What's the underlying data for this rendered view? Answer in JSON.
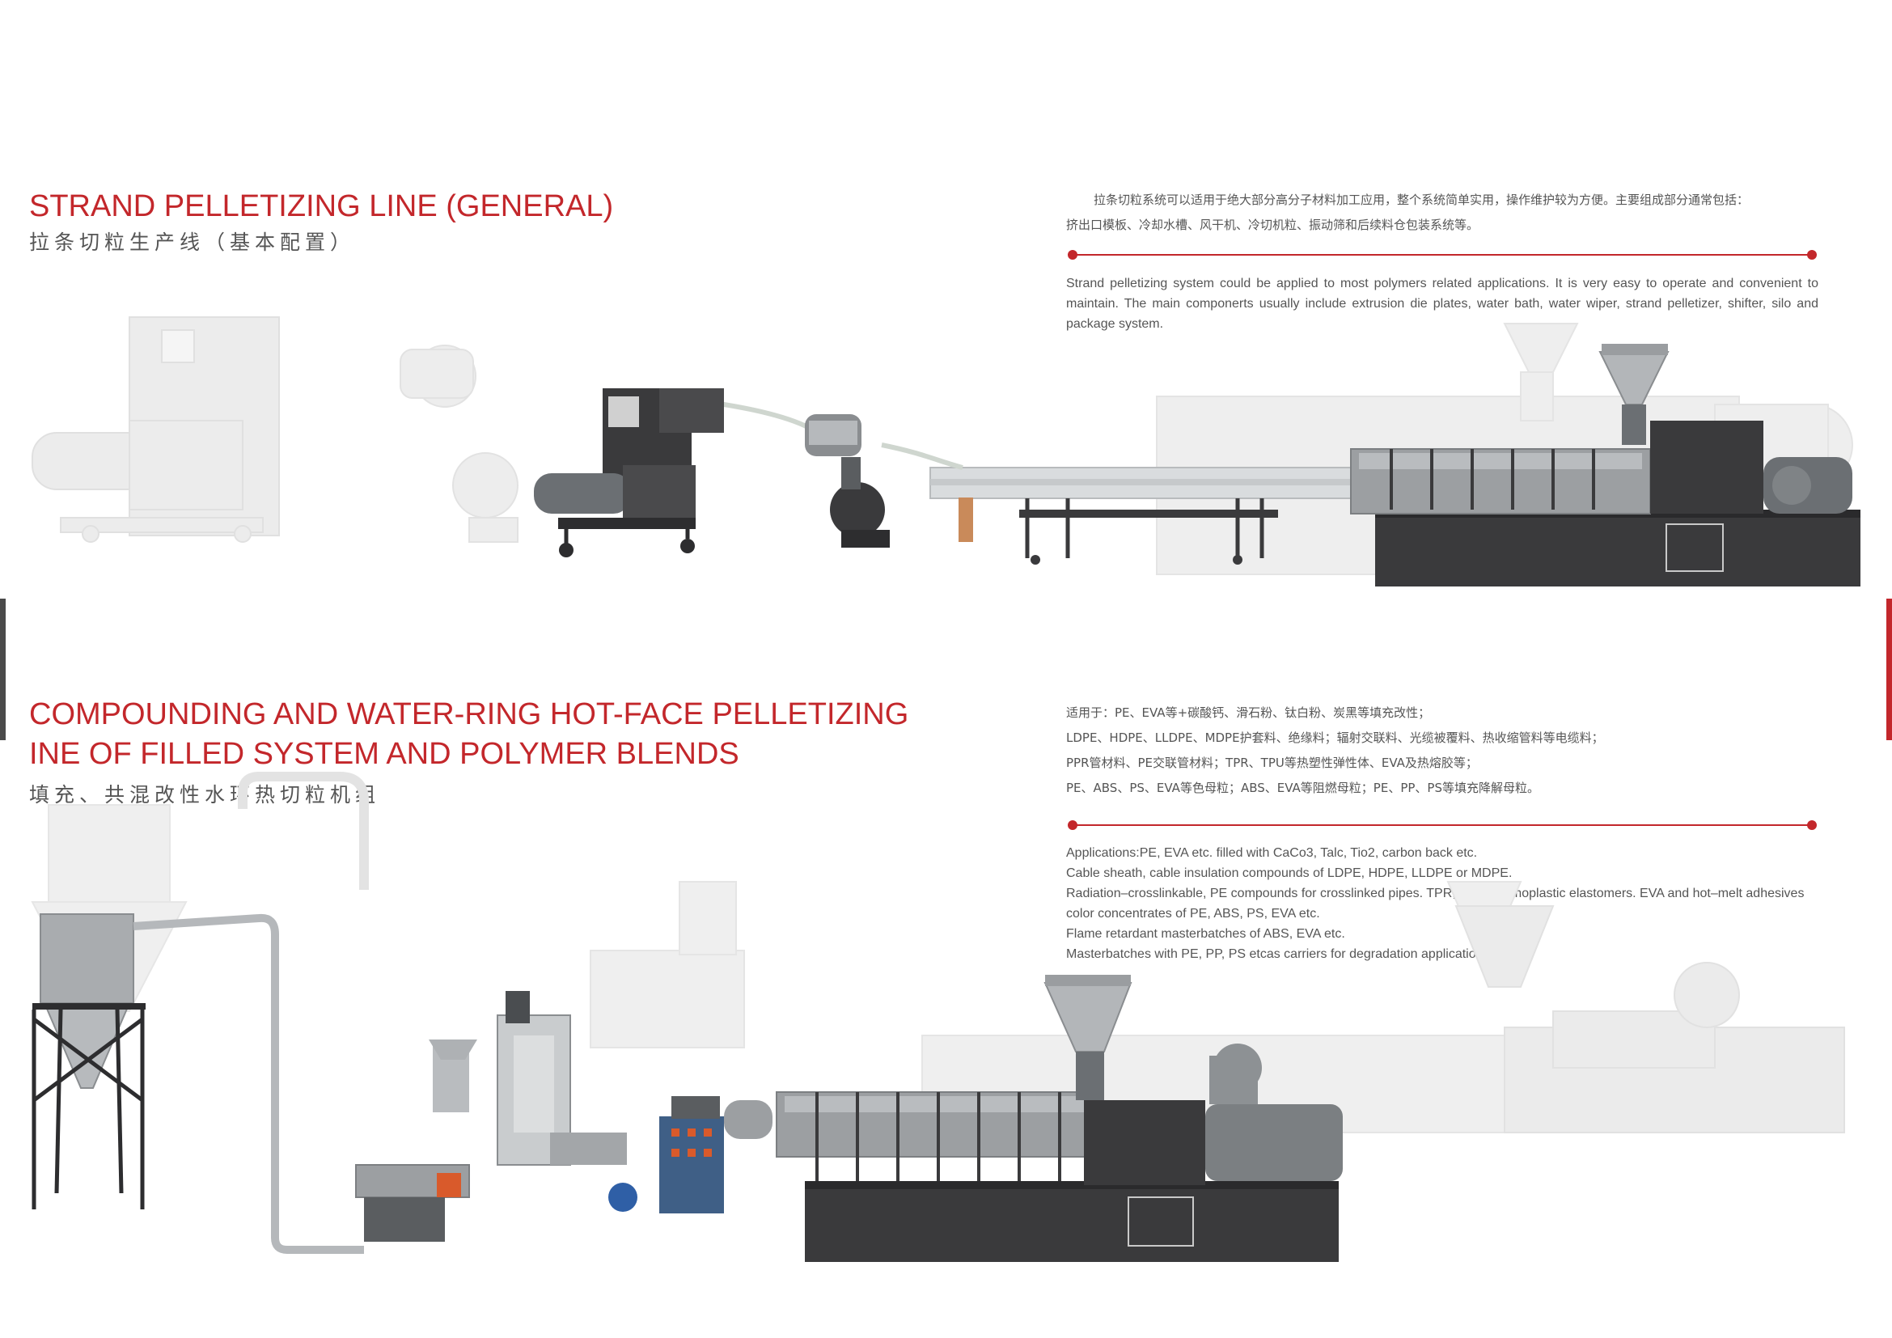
{
  "section1": {
    "title_en": "STRAND PELLETIZING LINE (GENERAL)",
    "title_cn": "拉条切粒生产线（基本配置）",
    "desc_cn": [
      "拉条切粒系统可以适用于绝大部分高分子材料加工应用，整个系统简单实用，操作维护较为方便。主要组成部分通常包括：",
      "挤出口模板、冷却水槽、风干机、冷切机粒、振动筛和后续料仓包装系统等。"
    ],
    "desc_en": "Strand pelletizing system could be applied to most polymers related applications. It is very easy to operate and convenient to maintain. The main componerts usually include extrusion die plates, water bath, water wiper, strand pelletizer, shifter, silo and package system."
  },
  "section2": {
    "title_en_line1": "COMPOUNDING AND WATER-RING HOT-FACE PELLETIZING",
    "title_en_line2": "INE OF FILLED SYSTEM AND POLYMER BLENDS",
    "title_cn": "填充、共混改性水环热切粒机组",
    "desc_cn": [
      "适用于：PE、EVA等+碳酸钙、滑石粉、钛白粉、炭黑等填充改性；",
      "LDPE、HDPE、LLDPE、MDPE护套料、绝缘料；辐射交联料、光缆被覆料、热收缩管料等电缆料；",
      "PPR管材料、PE交联管材料；TPR、TPU等热塑性弹性体、EVA及热熔胶等；",
      "PE、ABS、PS、EVA等色母粒；ABS、EVA等阻燃母粒；PE、PP、PS等填充降解母粒。"
    ],
    "desc_en": [
      "Applications:PE, EVA etc. filled with CaCo3, Talc, Tio2, carbon back etc.",
      "Cable sheath, cable insulation compounds of LDPE, HDPE, LLDPE or MDPE.",
      "Radiation–crosslinkable, PE compounds for crosslinked pipes. TPR, TPU thermoplastic elastomers. EVA and hot–melt adhesives",
      "color concentrates of PE, ABS, PS, EVA etc.",
      "Flame retardant masterbatches of ABS, EVA etc.",
      "Masterbatches with PE, PP, PS etcas carriers for degradation applications."
    ]
  },
  "colors": {
    "accent": "#c3272b",
    "machine_dark": "#3a3a3c",
    "machine_steel": "#b9bcbf",
    "ghost": "#e9e9e9"
  }
}
